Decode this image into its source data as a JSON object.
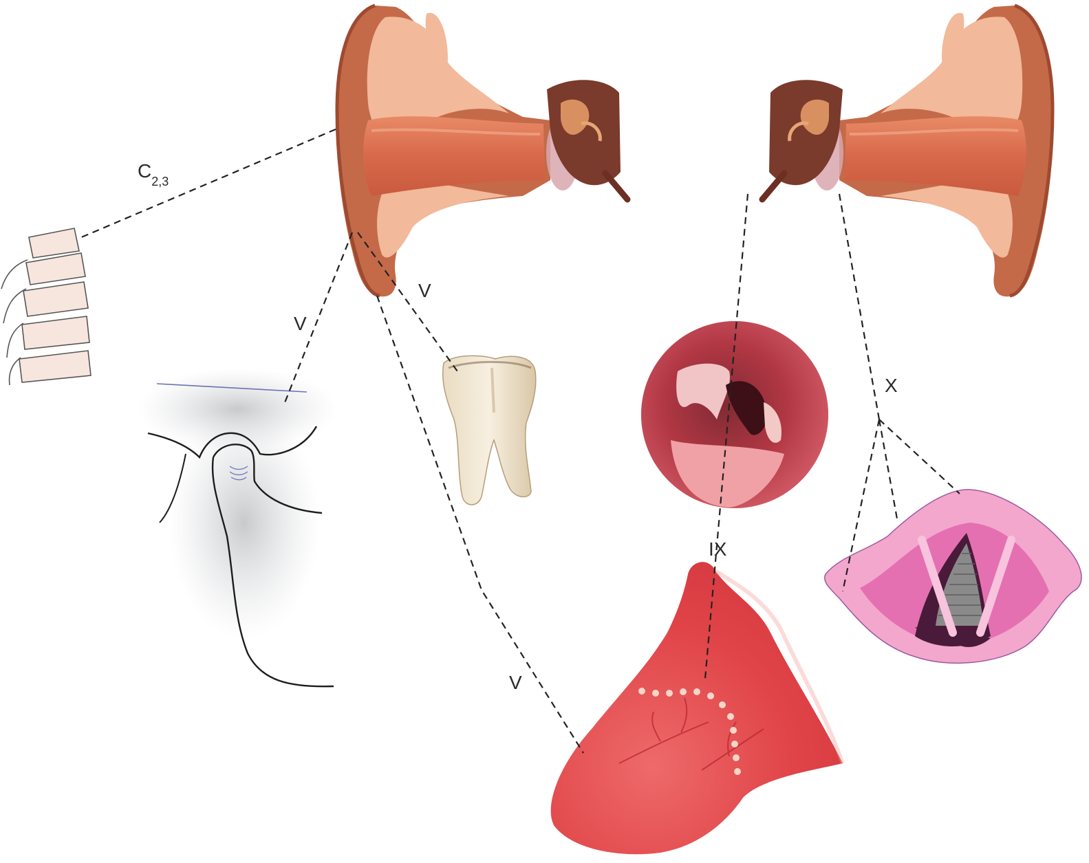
{
  "labels": {
    "cervical": "C",
    "cervical_subscript": "2,3",
    "trigeminal_tmj": "V",
    "trigeminal_tooth": "V",
    "trigeminal_tongue": "V",
    "glossopharyngeal": "IX",
    "vagus": "X"
  },
  "icons": [
    "ear-left-icon",
    "ear-right-icon",
    "cervical-spine-icon",
    "tmj-icon",
    "molar-tooth-icon",
    "pharynx-icon",
    "tongue-icon",
    "larynx-icon"
  ],
  "colors": {
    "ear_outer": "#c9714f",
    "ear_inner": "#f0b597",
    "middle_ear": "#7a3a2c",
    "tongue": "#e0454a",
    "throat": "#c43a46",
    "larynx": "#e97fb6",
    "bone": "#f5e4dc",
    "line": "#222222"
  }
}
